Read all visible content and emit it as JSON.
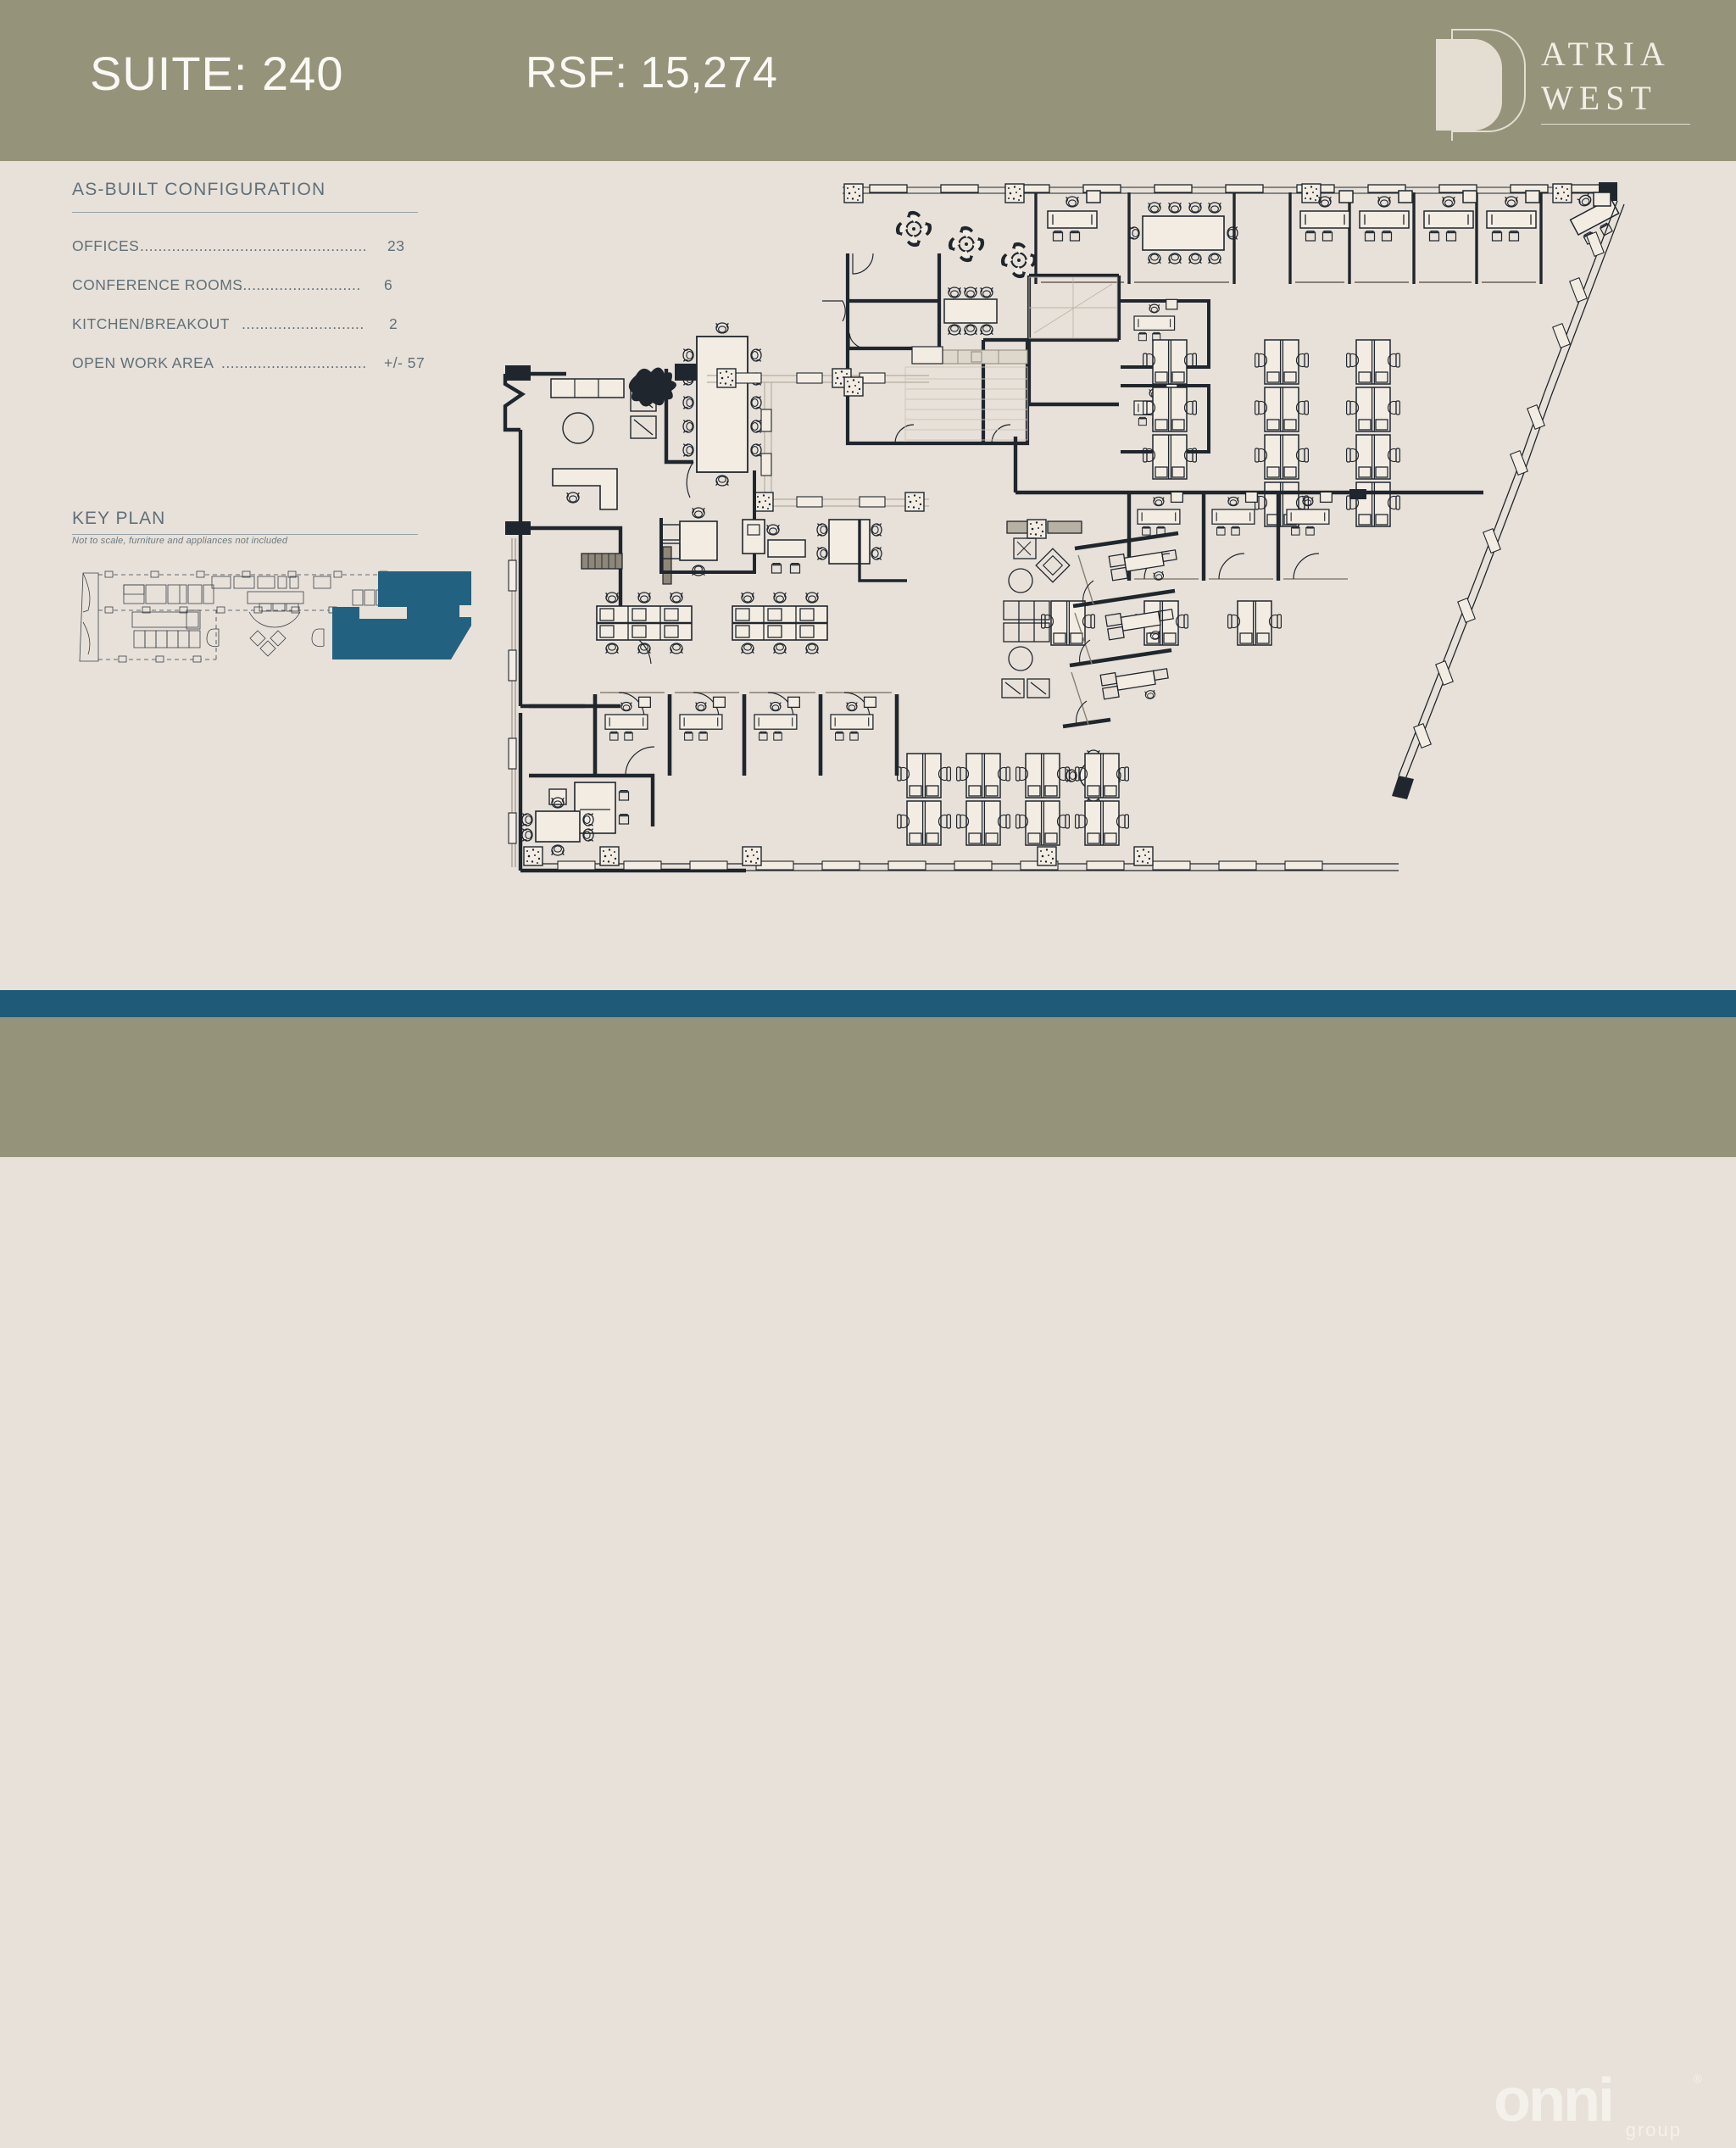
{
  "header": {
    "suite_label": "SUITE: 240",
    "rsf_label": "RSF: 15,274",
    "logo": {
      "line1": "ATRIA",
      "line2": "WEST",
      "mark_icon": "rounded-arch-mark-icon"
    }
  },
  "sidebar": {
    "config_title": "AS-BUILT CONFIGURATION",
    "config_rows": [
      {
        "label": "OFFICES",
        "dots": "..................................................",
        "value": "23"
      },
      {
        "label": "CONFERENCE ROOMS",
        "dots": "...........................",
        "value": "6"
      },
      {
        "label": "KITCHEN/BREAKOUT ",
        "dots": "...........................",
        "value": "2"
      },
      {
        "label": "OPEN WORK AREA",
        "dots": "................................",
        "value": "+/- 57"
      }
    ],
    "keyplan_title": "KEY PLAN",
    "keyplan_note": "Not to scale, furniture and appliances not included"
  },
  "footer": {
    "logo_word": "onni",
    "logo_sub": "group",
    "logo_reg": "®"
  },
  "colors": {
    "olive": "#959379",
    "cream": "#e8e1d9",
    "teal": "#1f5b78",
    "keyplan_highlight": "#236180",
    "slate_text": "#5f7079",
    "wall_dark": "#1b2128",
    "line": "#2a3139"
  },
  "plan": {
    "description": "As-built office floor plan, Suite 240",
    "rooms": {
      "offices": 23,
      "conference_rooms": 6,
      "kitchen_breakout": 2,
      "open_workstations": 57
    }
  }
}
